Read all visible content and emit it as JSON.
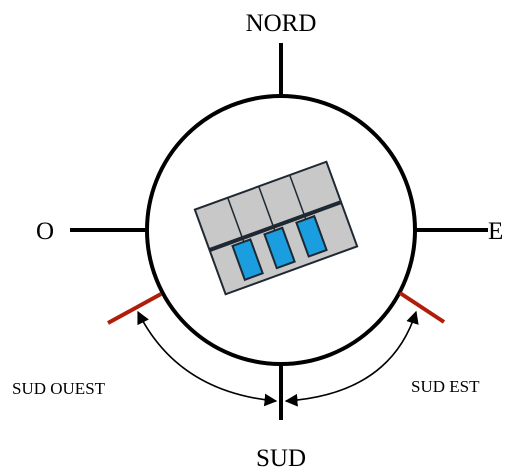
{
  "compass": {
    "north_label": "NORD",
    "south_label": "SUD",
    "west_label": "O",
    "east_label": "E",
    "southwest_label": "SUD OUEST",
    "southeast_label": "SUD EST"
  },
  "colors": {
    "line": "#000000",
    "limit_line": "#b01e0a",
    "building_body": "#c8c8c8",
    "building_band": "#1f2933",
    "window": "#1a9ee0",
    "background": "#ffffff"
  }
}
